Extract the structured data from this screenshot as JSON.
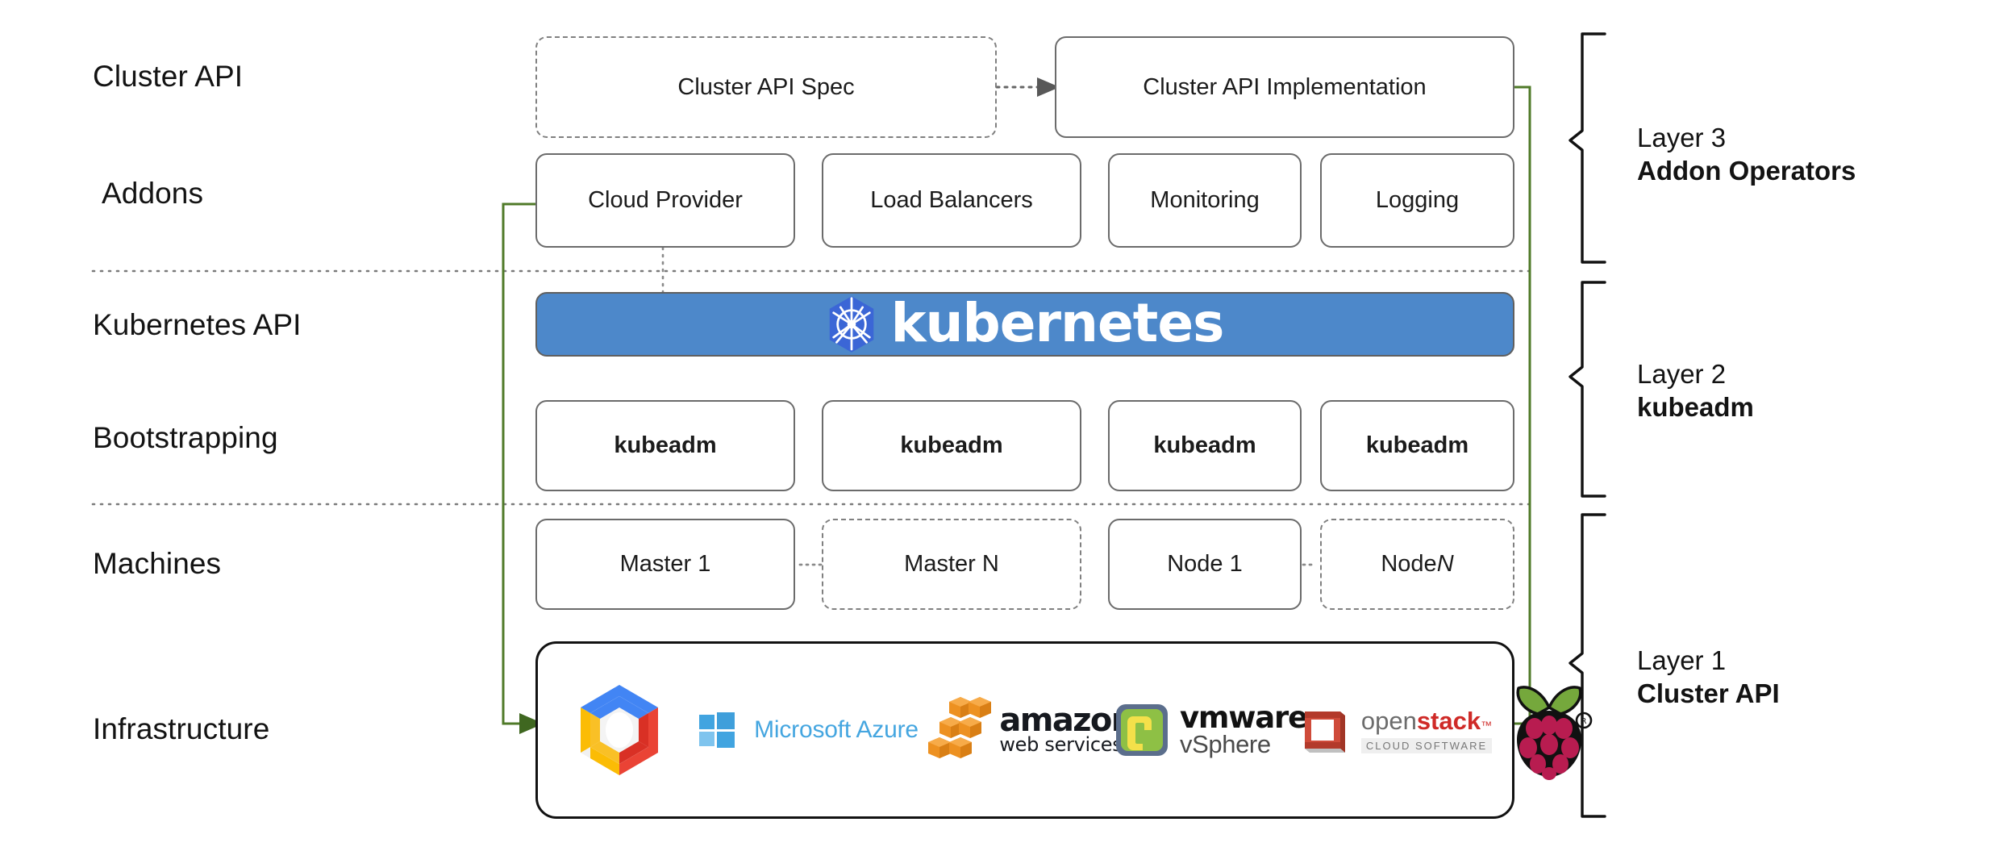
{
  "diagram": {
    "title": "Kubernetes Cluster API layered architecture",
    "accent_green": "#4f7a28",
    "kubernetes_blue": "#4d88ca",
    "box_border_gray": "#6b6b6b",
    "dashed_border_gray": "#808080"
  },
  "row_labels": [
    {
      "id": "cluster-api",
      "label": "Cluster API"
    },
    {
      "id": "addons",
      "label": "Addons"
    },
    {
      "id": "kubernetes-api",
      "label": "Kubernetes API"
    },
    {
      "id": "bootstrapping",
      "label": "Bootstrapping"
    },
    {
      "id": "machines",
      "label": "Machines"
    },
    {
      "id": "infrastructure",
      "label": "Infrastructure"
    }
  ],
  "cluster_api_row": {
    "spec_box": {
      "label": "Cluster API Spec",
      "style": "dashed"
    },
    "implementation_box": {
      "label": "Cluster API Implementation",
      "style": "solid"
    },
    "arrow": {
      "from": "Cluster API Spec",
      "to": "Cluster API Implementation",
      "style": "dotted"
    }
  },
  "addons_row": [
    {
      "label": "Cloud Provider"
    },
    {
      "label": "Load Balancers"
    },
    {
      "label": "Monitoring"
    },
    {
      "label": "Logging"
    }
  ],
  "kubernetes_banner": {
    "wordmark": "kubernetes",
    "logo": "kubernetes-wheel-icon"
  },
  "bootstrapping_row": [
    {
      "label": "kubeadm"
    },
    {
      "label": "kubeadm"
    },
    {
      "label": "kubeadm"
    },
    {
      "label": "kubeadm"
    }
  ],
  "machines_row": [
    {
      "label": "Master 1",
      "style": "solid",
      "italic_suffix": ""
    },
    {
      "label": "Master N",
      "style": "dashed",
      "italic_suffix": ""
    },
    {
      "label": "Node 1",
      "style": "solid",
      "italic_suffix": ""
    },
    {
      "label": "Node ",
      "style": "dashed",
      "italic_suffix": "N"
    }
  ],
  "infrastructure_row": {
    "providers": [
      {
        "name": "google-cloud-platform",
        "text": ""
      },
      {
        "name": "microsoft-azure",
        "text": "Microsoft Azure"
      },
      {
        "name": "amazon-web-services",
        "text_top": "amazon",
        "text_bottom": "web services"
      },
      {
        "name": "vmware-vsphere",
        "text_top": "vmware",
        "text_bottom": "vSphere"
      },
      {
        "name": "openstack",
        "text_top_a": "open",
        "text_top_b": "stack",
        "text_bottom": "CLOUD SOFTWARE"
      },
      {
        "name": "raspberry-pi",
        "text": ""
      }
    ]
  },
  "layers": [
    {
      "id": "layer-3",
      "title": "Layer 3",
      "name": "Addon Operators"
    },
    {
      "id": "layer-2",
      "title": "Layer 2",
      "name": "kubeadm"
    },
    {
      "id": "layer-1",
      "title": "Layer 1",
      "name": "Cluster API"
    }
  ]
}
